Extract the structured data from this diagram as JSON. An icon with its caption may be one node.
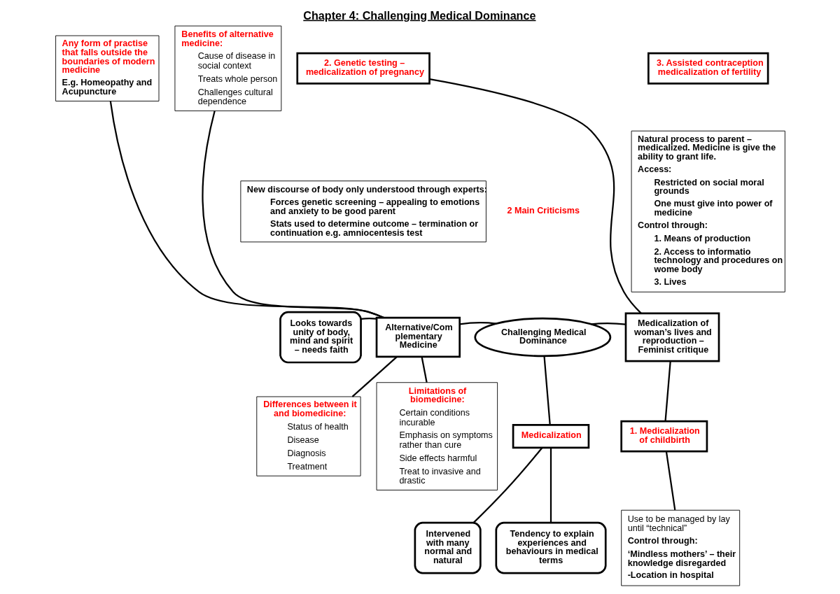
{
  "diagram": {
    "title": "Chapter 4: Challenging Medical Dominance",
    "nodes": [
      {
        "text": [
          "Any form of practise that falls outside the boundaries of modern medicine",
          "E.g. Homeopathy and Acupuncture"
        ]
      },
      {
        "text": [
          "Benefits of alternative medicine:",
          "Cause of disease in social context",
          "Treats whole person",
          "Challenges cultural dependence"
        ]
      },
      {
        "text": [
          "2. Genetic testing – medicalization of pregnancy"
        ]
      },
      {
        "text": [
          "3. Assisted contraception medicalization of fertility"
        ]
      },
      {
        "text": [
          "New discourse of body only understood through experts:",
          "Forces genetic screening – appealing to emotions and anxiety to be good parent",
          "Stats used to determine outcome – termination or continuation e.g. amniocentesis test"
        ]
      },
      {
        "text": [
          "Natural process to parent – medicalized. Medicine is give the ability to grant life.",
          "Access:",
          "Restricted on social moral grounds",
          "One must give into power of medicine",
          "Control through:",
          "1. Means of production",
          "2. Access to informatio technology and procedures on wome body",
          "3. Lives"
        ]
      },
      {
        "text": [
          "Looks towards unity of body, mind and spirit – needs faith"
        ]
      },
      {
        "text": [
          "Alternative/Com plementary Medicine"
        ]
      },
      {
        "text": [
          "Challenging Medical Dominance"
        ]
      },
      {
        "text": [
          "Medicalization of woman’s lives and reproduction – Feminist critique"
        ]
      },
      {
        "text": [
          "Differences between it and biomedicine:",
          "Status of health",
          "Disease",
          "Diagnosis",
          "Treatment"
        ]
      },
      {
        "text": [
          "Limitations of biomedicine:",
          "Certain conditions incurable",
          "Emphasis on symptoms rather than cure",
          "Side effects harmful",
          "Treat to invasive and drastic"
        ]
      },
      {
        "text": [
          "Medicalization"
        ]
      },
      {
        "text": [
          "1. Medicalization of childbirth"
        ]
      },
      {
        "text": [
          "Intervened with many normal and natural"
        ]
      },
      {
        "text": [
          "Tendency to explain experiences and behaviours in medical terms"
        ]
      },
      {
        "text": [
          "Use to be managed by lay until “technical”",
          "Control through:",
          "‘Mindless mothers’ – their knowledge disregarded",
          "-Location in hospital"
        ]
      }
    ],
    "edges": [
      {
        "from": 0,
        "to": 7,
        "arrow": "none"
      },
      {
        "from": 1,
        "to": 7,
        "arrow": "none"
      },
      {
        "from": 2,
        "to": 9,
        "arrow": "none"
      },
      {
        "from": 6,
        "to": 7,
        "arrow": "none"
      },
      {
        "from": 7,
        "to": 8,
        "arrow": "none"
      },
      {
        "from": 8,
        "to": 9,
        "arrow": "none"
      },
      {
        "from": 7,
        "to": 10,
        "arrow": "none"
      },
      {
        "from": 7,
        "to": 11,
        "arrow": "none"
      },
      {
        "from": 8,
        "to": 12,
        "arrow": "none"
      },
      {
        "from": 9,
        "to": 13,
        "arrow": "none"
      },
      {
        "from": 12,
        "to": 14,
        "arrow": "none"
      },
      {
        "from": 12,
        "to": 15,
        "arrow": "none"
      },
      {
        "from": 13,
        "to": 16,
        "arrow": "none"
      }
    ],
    "labels": [
      "2 Main Criticisms"
    ]
  }
}
